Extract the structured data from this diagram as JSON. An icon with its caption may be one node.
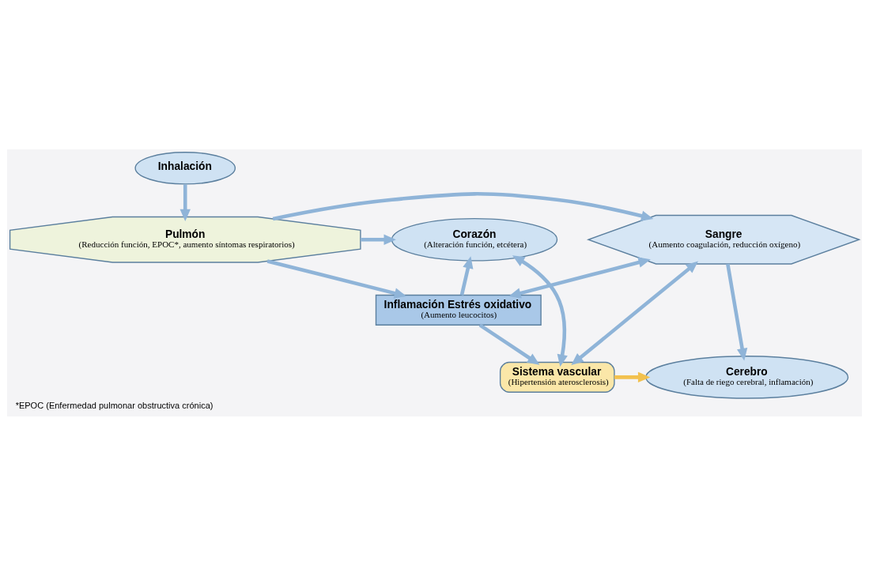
{
  "diagram": {
    "caption": "*EPOC (Enfermedad pulmonar obstructiva crónica)",
    "nodes": [
      {
        "text": [
          "Inhalación"
        ]
      },
      {
        "text": [
          "Corazón",
          "(Alteración función, etcétera)"
        ]
      },
      {
        "text": [
          "Pulmón",
          "(Reducción función, EPOC*, aumento síntomas respiratorios)"
        ]
      },
      {
        "text": [
          "Sangre",
          "(Aumento coagulación, reducción oxígeno)"
        ]
      },
      {
        "text": [
          "Inflamación Estrés oxidativo",
          "(Aumento leucocitos)"
        ]
      },
      {
        "text": [
          "Sistema vascular",
          "(Hipertensión aterosclerosis)"
        ]
      },
      {
        "text": [
          "Cerebro",
          "(Falta de riego cerebral, inflamación)"
        ]
      }
    ],
    "edges": [
      {
        "from": 0,
        "to": 2,
        "arrow": "to"
      },
      {
        "from": 2,
        "to": 1,
        "arrow": "to"
      },
      {
        "from": 2,
        "to": 3,
        "arrow": "to"
      },
      {
        "from": 2,
        "to": 4,
        "arrow": "to"
      },
      {
        "from": 4,
        "to": 1,
        "arrow": "to"
      },
      {
        "from": 4,
        "to": 3,
        "arrow": "both"
      },
      {
        "from": 1,
        "to": 5,
        "arrow": "both"
      },
      {
        "from": 4,
        "to": 5,
        "arrow": "to"
      },
      {
        "from": 3,
        "to": 5,
        "arrow": "both"
      },
      {
        "from": 3,
        "to": 6,
        "arrow": "to"
      },
      {
        "from": 5,
        "to": 6,
        "arrow": "to",
        "color": "#f2c14e"
      }
    ]
  }
}
